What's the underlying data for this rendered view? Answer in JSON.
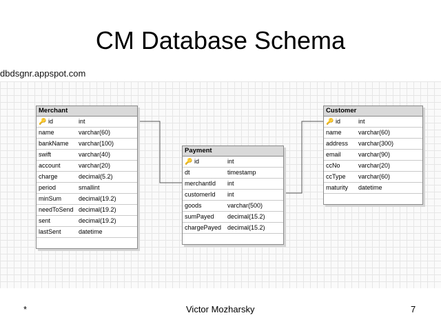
{
  "slide": {
    "title": "CM Database Schema",
    "source": "dbdsgnr.appspot.com",
    "footer_left": "*",
    "footer_center": "Victor Mozharsky",
    "page_number": "7"
  },
  "icons": {
    "primary_key": "key-icon"
  },
  "tables": {
    "merchant": {
      "name": "Merchant",
      "columns": [
        {
          "name": "id",
          "type": "int",
          "pk": true
        },
        {
          "name": "name",
          "type": "varchar(60)"
        },
        {
          "name": "bankName",
          "type": "varchar(100)"
        },
        {
          "name": "swift",
          "type": "varchar(40)"
        },
        {
          "name": "account",
          "type": "varchar(20)"
        },
        {
          "name": "charge",
          "type": "decimal(5.2)"
        },
        {
          "name": "period",
          "type": "smallint"
        },
        {
          "name": "minSum",
          "type": "decimal(19.2)"
        },
        {
          "name": "needToSend",
          "type": "decimal(19.2)"
        },
        {
          "name": "sent",
          "type": "decimal(19.2)"
        },
        {
          "name": "lastSent",
          "type": "datetime"
        },
        {
          "name": "",
          "type": ""
        }
      ]
    },
    "payment": {
      "name": "Payment",
      "columns": [
        {
          "name": "id",
          "type": "int",
          "pk": true
        },
        {
          "name": "dt",
          "type": "timestamp"
        },
        {
          "name": "merchantId",
          "type": "int"
        },
        {
          "name": "customerId",
          "type": "int"
        },
        {
          "name": "goods",
          "type": "varchar(500)"
        },
        {
          "name": "sumPayed",
          "type": "decimal(15.2)"
        },
        {
          "name": "chargePayed",
          "type": "decimal(15.2)"
        },
        {
          "name": "",
          "type": ""
        }
      ]
    },
    "customer": {
      "name": "Customer",
      "columns": [
        {
          "name": "id",
          "type": "int",
          "pk": true
        },
        {
          "name": "name",
          "type": "varchar(60)"
        },
        {
          "name": "address",
          "type": "varchar(300)"
        },
        {
          "name": "email",
          "type": "varchar(90)"
        },
        {
          "name": "ccNo",
          "type": "varchar(20)"
        },
        {
          "name": "ccType",
          "type": "varchar(60)"
        },
        {
          "name": "maturity",
          "type": "datetime"
        },
        {
          "name": "",
          "type": ""
        }
      ]
    }
  }
}
